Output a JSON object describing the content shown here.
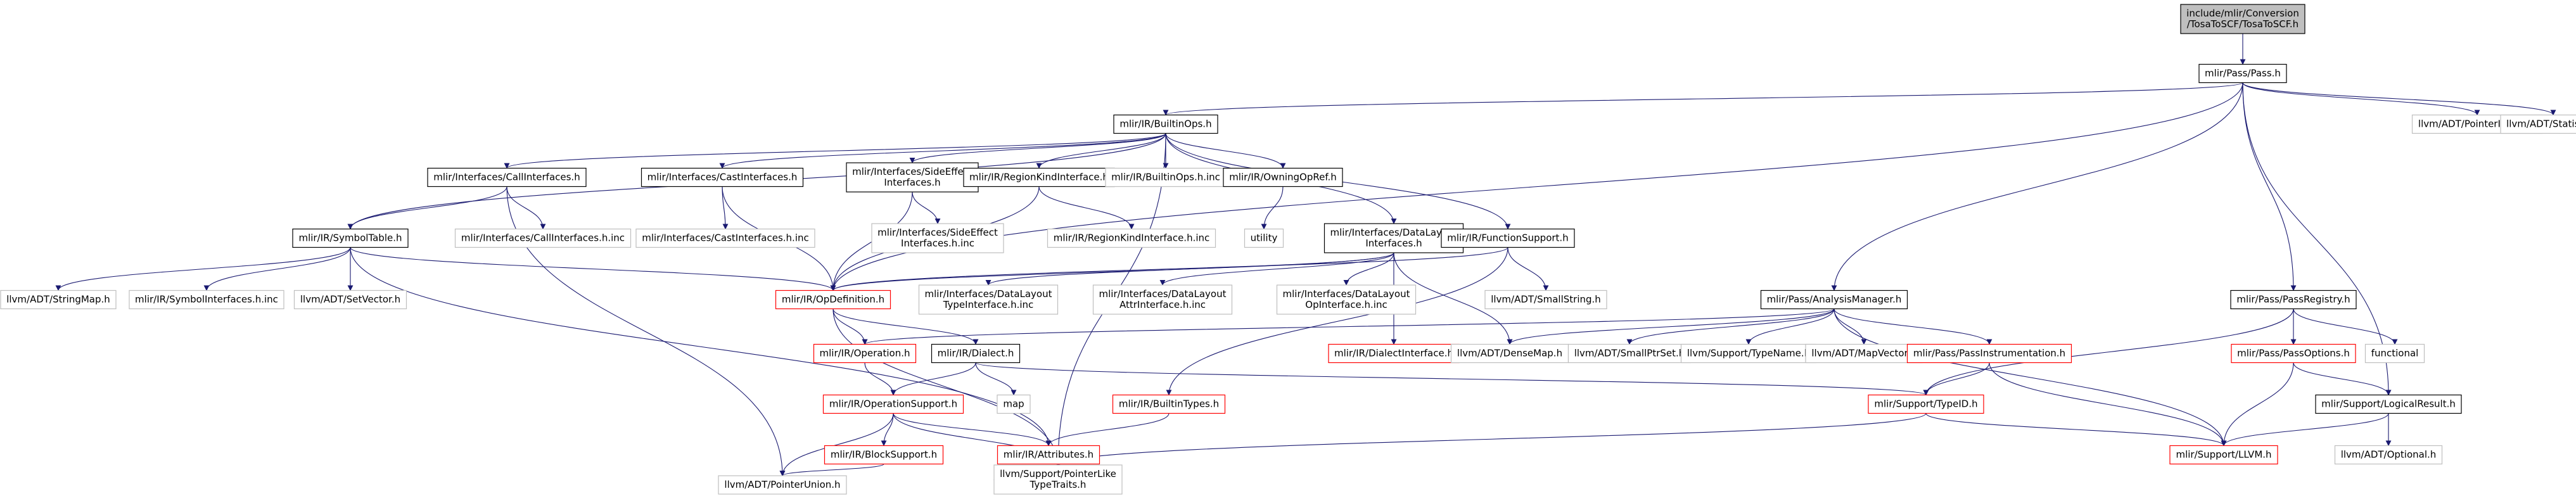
{
  "colors": {
    "box_border": "#000000",
    "box_fill": "#ffffff",
    "root_fill": "#bfbfbf",
    "truncated_border": "#ff0000",
    "external_border": "#bfbfbf",
    "edge": "#191970",
    "text": "#000000"
  },
  "nodes": [
    {
      "id": "root",
      "lines": [
        "include/mlir/Conversion",
        "/TosaToSCF/TosaToSCF.h"
      ],
      "kind": "root"
    },
    {
      "id": "passh",
      "lines": [
        "mlir/Pass/Pass.h"
      ],
      "kind": "normal"
    },
    {
      "id": "builtinops",
      "lines": [
        "mlir/IR/BuiltinOps.h"
      ],
      "kind": "normal"
    },
    {
      "id": "ptrintpair",
      "lines": [
        "llvm/ADT/PointerIntPair.h"
      ],
      "kind": "external"
    },
    {
      "id": "statistic",
      "lines": [
        "llvm/ADT/Statistic.h"
      ],
      "kind": "external"
    },
    {
      "id": "callif",
      "lines": [
        "mlir/Interfaces/CallInterfaces.h"
      ],
      "kind": "normal"
    },
    {
      "id": "castif",
      "lines": [
        "mlir/Interfaces/CastInterfaces.h"
      ],
      "kind": "normal"
    },
    {
      "id": "sideeffect",
      "lines": [
        "mlir/Interfaces/SideEffect",
        "Interfaces.h"
      ],
      "kind": "normal"
    },
    {
      "id": "regionkind",
      "lines": [
        "mlir/IR/RegionKindInterface.h"
      ],
      "kind": "normal"
    },
    {
      "id": "builtinopsinc",
      "lines": [
        "mlir/IR/BuiltinOps.h.inc"
      ],
      "kind": "external"
    },
    {
      "id": "owningopref",
      "lines": [
        "mlir/IR/OwningOpRef.h"
      ],
      "kind": "normal"
    },
    {
      "id": "datalayout",
      "lines": [
        "mlir/Interfaces/DataLayout",
        "Interfaces.h"
      ],
      "kind": "normal"
    },
    {
      "id": "funcsupport",
      "lines": [
        "mlir/IR/FunctionSupport.h"
      ],
      "kind": "normal"
    },
    {
      "id": "symboltable",
      "lines": [
        "mlir/IR/SymbolTable.h"
      ],
      "kind": "normal"
    },
    {
      "id": "callifinc",
      "lines": [
        "mlir/Interfaces/CallInterfaces.h.inc"
      ],
      "kind": "external"
    },
    {
      "id": "castifinc",
      "lines": [
        "mlir/Interfaces/CastInterfaces.h.inc"
      ],
      "kind": "external"
    },
    {
      "id": "sideeffectinc",
      "lines": [
        "mlir/Interfaces/SideEffect",
        "Interfaces.h.inc"
      ],
      "kind": "external"
    },
    {
      "id": "regionkindinc",
      "lines": [
        "mlir/IR/RegionKindInterface.h.inc"
      ],
      "kind": "external"
    },
    {
      "id": "utility",
      "lines": [
        "utility"
      ],
      "kind": "external"
    },
    {
      "id": "stringmap",
      "lines": [
        "llvm/ADT/StringMap.h"
      ],
      "kind": "external"
    },
    {
      "id": "symbolifinc",
      "lines": [
        "mlir/IR/SymbolInterfaces.h.inc"
      ],
      "kind": "external"
    },
    {
      "id": "setvector",
      "lines": [
        "llvm/ADT/SetVector.h"
      ],
      "kind": "external"
    },
    {
      "id": "opdefinition",
      "lines": [
        "mlir/IR/OpDefinition.h"
      ],
      "kind": "truncated"
    },
    {
      "id": "dltypeinc",
      "lines": [
        "mlir/Interfaces/DataLayout",
        "TypeInterface.h.inc"
      ],
      "kind": "external"
    },
    {
      "id": "dlattrinc",
      "lines": [
        "mlir/Interfaces/DataLayout",
        "AttrInterface.h.inc"
      ],
      "kind": "external"
    },
    {
      "id": "dlopinc",
      "lines": [
        "mlir/Interfaces/DataLayout",
        "OpInterface.h.inc"
      ],
      "kind": "external"
    },
    {
      "id": "smallstring",
      "lines": [
        "llvm/ADT/SmallString.h"
      ],
      "kind": "external"
    },
    {
      "id": "analysismgr",
      "lines": [
        "mlir/Pass/AnalysisManager.h"
      ],
      "kind": "normal"
    },
    {
      "id": "passregistry",
      "lines": [
        "mlir/Pass/PassRegistry.h"
      ],
      "kind": "normal"
    },
    {
      "id": "operation",
      "lines": [
        "mlir/IR/Operation.h"
      ],
      "kind": "truncated"
    },
    {
      "id": "dialect",
      "lines": [
        "mlir/IR/Dialect.h"
      ],
      "kind": "normal"
    },
    {
      "id": "dialectif",
      "lines": [
        "mlir/IR/DialectInterface.h"
      ],
      "kind": "truncated"
    },
    {
      "id": "densemap",
      "lines": [
        "llvm/ADT/DenseMap.h"
      ],
      "kind": "external"
    },
    {
      "id": "smallptrset",
      "lines": [
        "llvm/ADT/SmallPtrSet.h"
      ],
      "kind": "external"
    },
    {
      "id": "typename",
      "lines": [
        "llvm/Support/TypeName.h"
      ],
      "kind": "external"
    },
    {
      "id": "mapvector",
      "lines": [
        "llvm/ADT/MapVector.h"
      ],
      "kind": "external"
    },
    {
      "id": "passinstr",
      "lines": [
        "mlir/Pass/PassInstrumentation.h"
      ],
      "kind": "truncated"
    },
    {
      "id": "passoptions",
      "lines": [
        "mlir/Pass/PassOptions.h"
      ],
      "kind": "truncated"
    },
    {
      "id": "functional",
      "lines": [
        "functional"
      ],
      "kind": "external"
    },
    {
      "id": "opsupport",
      "lines": [
        "mlir/IR/OperationSupport.h"
      ],
      "kind": "truncated"
    },
    {
      "id": "map",
      "lines": [
        "map"
      ],
      "kind": "external"
    },
    {
      "id": "builtintypes",
      "lines": [
        "mlir/IR/BuiltinTypes.h"
      ],
      "kind": "truncated"
    },
    {
      "id": "typeid",
      "lines": [
        "mlir/Support/TypeID.h"
      ],
      "kind": "truncated"
    },
    {
      "id": "logicalresult",
      "lines": [
        "mlir/Support/LogicalResult.h"
      ],
      "kind": "normal"
    },
    {
      "id": "blocksupport",
      "lines": [
        "mlir/IR/BlockSupport.h"
      ],
      "kind": "truncated"
    },
    {
      "id": "attributes",
      "lines": [
        "mlir/IR/Attributes.h"
      ],
      "kind": "truncated"
    },
    {
      "id": "llvmh",
      "lines": [
        "mlir/Support/LLVM.h"
      ],
      "kind": "truncated"
    },
    {
      "id": "optional",
      "lines": [
        "llvm/ADT/Optional.h"
      ],
      "kind": "external"
    },
    {
      "id": "ptrunion",
      "lines": [
        "llvm/ADT/PointerUnion.h"
      ],
      "kind": "external"
    },
    {
      "id": "ptrlike",
      "lines": [
        "llvm/Support/PointerLike",
        "TypeTraits.h"
      ],
      "kind": "external"
    }
  ],
  "edges": [
    [
      "root",
      "passh"
    ],
    [
      "passh",
      "builtinops"
    ],
    [
      "passh",
      "ptrintpair"
    ],
    [
      "passh",
      "statistic"
    ],
    [
      "passh",
      "opdefinition"
    ],
    [
      "passh",
      "analysismgr"
    ],
    [
      "passh",
      "passregistry"
    ],
    [
      "passh",
      "logicalresult"
    ],
    [
      "builtinops",
      "callif"
    ],
    [
      "builtinops",
      "castif"
    ],
    [
      "builtinops",
      "sideeffect"
    ],
    [
      "builtinops",
      "regionkind"
    ],
    [
      "builtinops",
      "builtinopsinc"
    ],
    [
      "builtinops",
      "owningopref"
    ],
    [
      "builtinops",
      "datalayout"
    ],
    [
      "builtinops",
      "funcsupport"
    ],
    [
      "builtinops",
      "symboltable"
    ],
    [
      "builtinops",
      "ptrlike"
    ],
    [
      "callif",
      "symboltable"
    ],
    [
      "callif",
      "callifinc"
    ],
    [
      "callif",
      "ptrunion"
    ],
    [
      "castif",
      "castifinc"
    ],
    [
      "castif",
      "opdefinition"
    ],
    [
      "sideeffect",
      "sideeffectinc"
    ],
    [
      "sideeffect",
      "opdefinition"
    ],
    [
      "regionkind",
      "regionkindinc"
    ],
    [
      "regionkind",
      "opdefinition"
    ],
    [
      "owningopref",
      "utility"
    ],
    [
      "datalayout",
      "opdefinition"
    ],
    [
      "datalayout",
      "dltypeinc"
    ],
    [
      "datalayout",
      "dlattrinc"
    ],
    [
      "datalayout",
      "dlopinc"
    ],
    [
      "datalayout",
      "dialectif"
    ],
    [
      "datalayout",
      "densemap"
    ],
    [
      "funcsupport",
      "opdefinition"
    ],
    [
      "funcsupport",
      "smallstring"
    ],
    [
      "funcsupport",
      "builtintypes"
    ],
    [
      "symboltable",
      "stringmap"
    ],
    [
      "symboltable",
      "symbolifinc"
    ],
    [
      "symboltable",
      "setvector"
    ],
    [
      "symboltable",
      "opdefinition"
    ],
    [
      "symboltable",
      "attributes"
    ],
    [
      "opdefinition",
      "operation"
    ],
    [
      "opdefinition",
      "dialect"
    ],
    [
      "opdefinition",
      "ptrlike"
    ],
    [
      "analysismgr",
      "operation"
    ],
    [
      "analysismgr",
      "densemap"
    ],
    [
      "analysismgr",
      "smallptrset"
    ],
    [
      "analysismgr",
      "typename"
    ],
    [
      "analysismgr",
      "mapvector"
    ],
    [
      "analysismgr",
      "passinstr"
    ],
    [
      "analysismgr",
      "llvmh"
    ],
    [
      "passregistry",
      "passoptions"
    ],
    [
      "passregistry",
      "functional"
    ],
    [
      "passregistry",
      "typeid"
    ],
    [
      "operation",
      "opsupport"
    ],
    [
      "dialect",
      "opsupport"
    ],
    [
      "dialect",
      "map"
    ],
    [
      "dialect",
      "typeid"
    ],
    [
      "passinstr",
      "typeid"
    ],
    [
      "passinstr",
      "llvmh"
    ],
    [
      "passoptions",
      "llvmh"
    ],
    [
      "passoptions",
      "logicalresult"
    ],
    [
      "opsupport",
      "blocksupport"
    ],
    [
      "opsupport",
      "attributes"
    ],
    [
      "opsupport",
      "ptrunion"
    ],
    [
      "opsupport",
      "ptrlike"
    ],
    [
      "builtintypes",
      "attributes"
    ],
    [
      "typeid",
      "llvmh"
    ],
    [
      "typeid",
      "ptrlike"
    ],
    [
      "logicalresult",
      "llvmh"
    ],
    [
      "logicalresult",
      "optional"
    ],
    [
      "blocksupport",
      "ptrunion"
    ],
    [
      "attributes",
      "ptrlike"
    ]
  ]
}
